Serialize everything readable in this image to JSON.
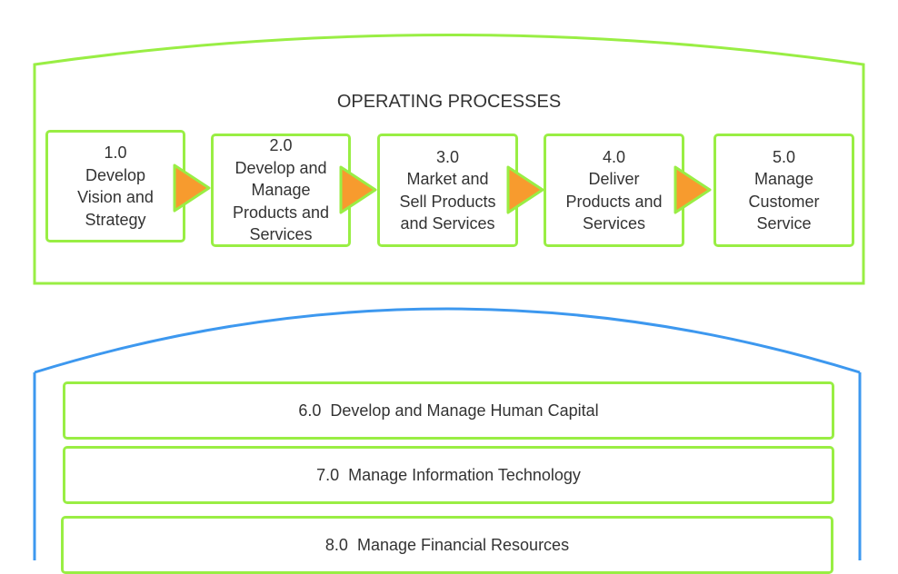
{
  "operating": {
    "title": "OPERATING PROCESSES",
    "processes": [
      {
        "number": "1.0",
        "lines": [
          "Develop",
          "Vision and",
          "Strategy"
        ]
      },
      {
        "number": "2.0",
        "lines": [
          "Develop and",
          "Manage",
          "Products and",
          "Services"
        ]
      },
      {
        "number": "3.0",
        "lines": [
          "Market and",
          "Sell Products",
          "and Services"
        ]
      },
      {
        "number": "4.0",
        "lines": [
          "Deliver",
          "Products and",
          "Services"
        ]
      },
      {
        "number": "5.0",
        "lines": [
          "Manage",
          "Customer",
          "Service"
        ]
      }
    ]
  },
  "support": {
    "items": [
      {
        "label": "6.0  Develop and Manage Human Capital"
      },
      {
        "label": "7.0  Manage Information Technology"
      },
      {
        "label": "8.0  Manage Financial Resources"
      }
    ]
  },
  "colors": {
    "operating_border": "#99ee44",
    "support_border": "#3d98ef",
    "arrow_fill": "#f79b2e",
    "arrow_stroke": "#99ee44",
    "text": "#333333"
  }
}
